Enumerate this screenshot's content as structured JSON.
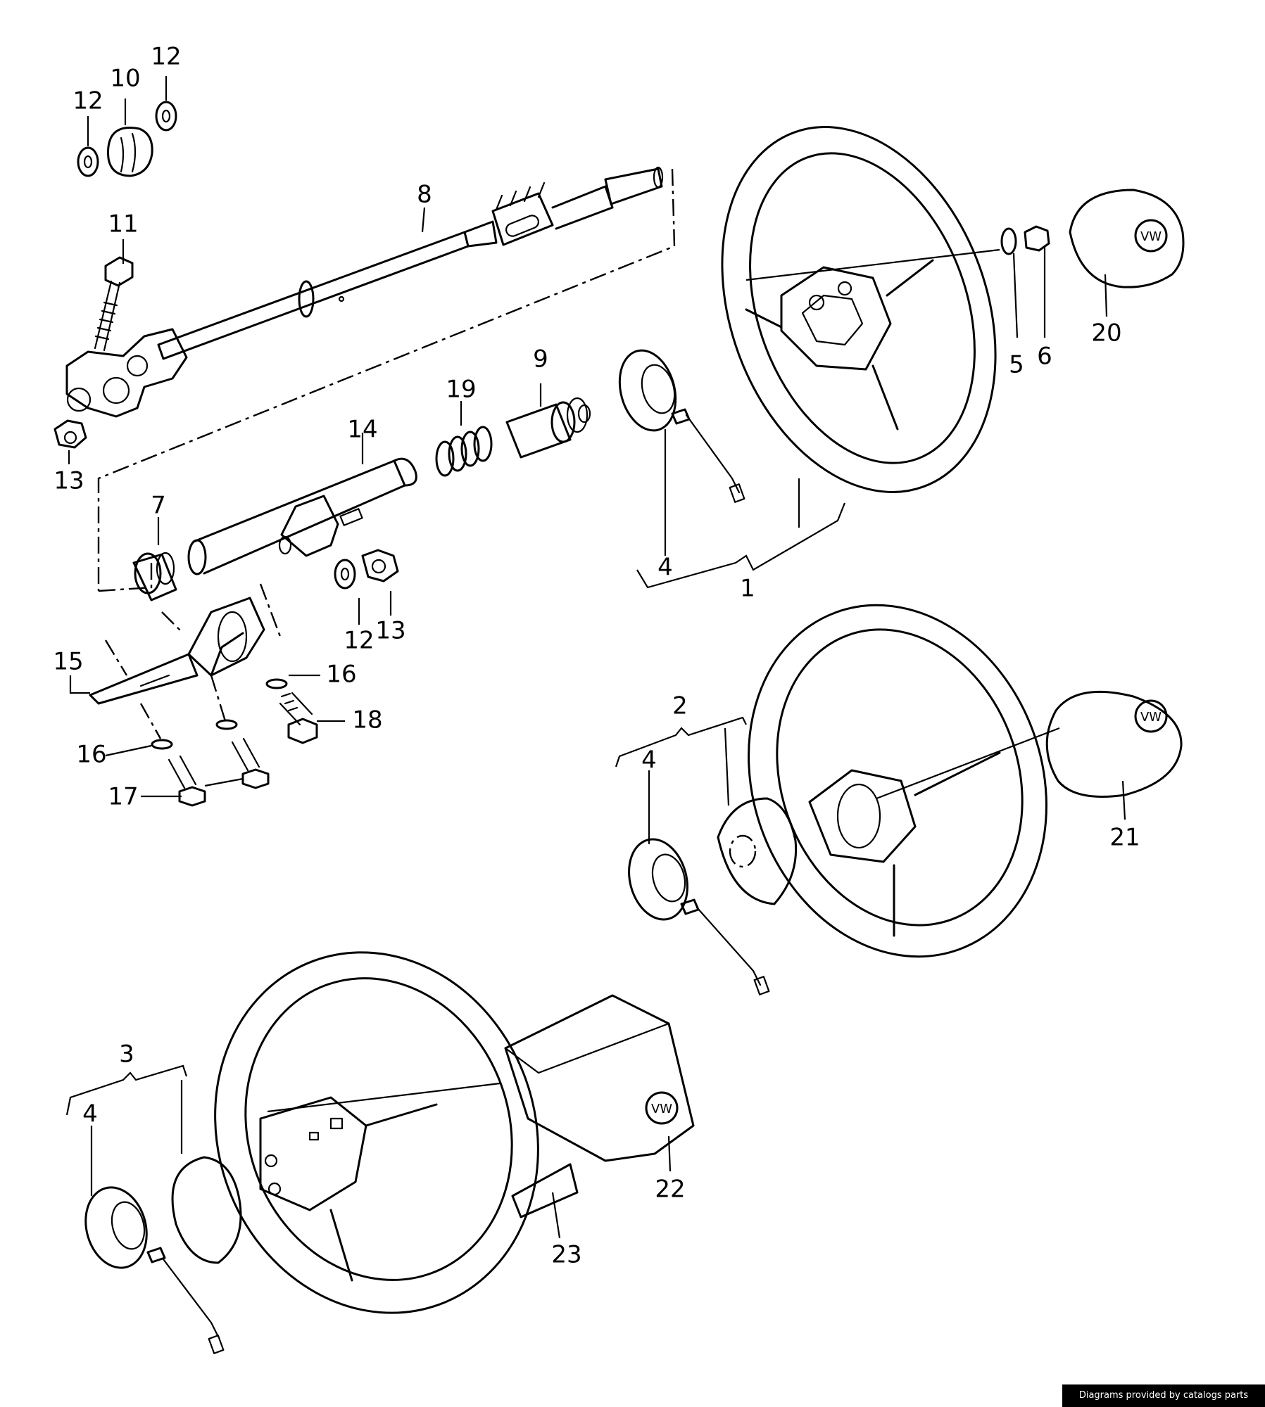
{
  "credit": "Diagrams provided by catalogs parts",
  "emblem": "VW",
  "callouts": [
    {
      "id": "c1",
      "label": "1"
    },
    {
      "id": "c2",
      "label": "2"
    },
    {
      "id": "c3",
      "label": "3"
    },
    {
      "id": "c4a",
      "label": "4"
    },
    {
      "id": "c4b",
      "label": "4"
    },
    {
      "id": "c4c",
      "label": "4"
    },
    {
      "id": "c5",
      "label": "5"
    },
    {
      "id": "c6",
      "label": "6"
    },
    {
      "id": "c7",
      "label": "7"
    },
    {
      "id": "c8",
      "label": "8"
    },
    {
      "id": "c9",
      "label": "9"
    },
    {
      "id": "c10",
      "label": "10"
    },
    {
      "id": "c11",
      "label": "11"
    },
    {
      "id": "c12a",
      "label": "12"
    },
    {
      "id": "c12b",
      "label": "12"
    },
    {
      "id": "c12c",
      "label": "12"
    },
    {
      "id": "c13a",
      "label": "13"
    },
    {
      "id": "c13b",
      "label": "13"
    },
    {
      "id": "c14",
      "label": "14"
    },
    {
      "id": "c15",
      "label": "15"
    },
    {
      "id": "c16a",
      "label": "16"
    },
    {
      "id": "c16b",
      "label": "16"
    },
    {
      "id": "c17",
      "label": "17"
    },
    {
      "id": "c18",
      "label": "18"
    },
    {
      "id": "c19",
      "label": "19"
    },
    {
      "id": "c20",
      "label": "20"
    },
    {
      "id": "c21",
      "label": "21"
    },
    {
      "id": "c22",
      "label": "22"
    },
    {
      "id": "c23",
      "label": "23"
    }
  ]
}
